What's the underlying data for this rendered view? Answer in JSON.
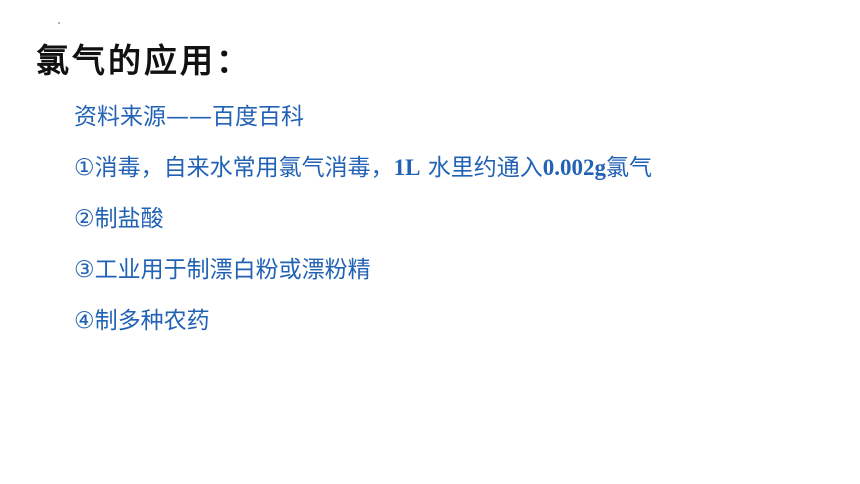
{
  "slide": {
    "title": "氯气的应用：",
    "source_line": "资料来源——百度百科",
    "uses": [
      {
        "part1": "①消毒，自来水常用氯气消毒，",
        "part2": "1L",
        "part3": " 水里约通入",
        "part4": "0.002g",
        "part5": "氯气"
      },
      {
        "text": "②制盐酸"
      },
      {
        "text": "③工业用于制漂白粉或漂粉精"
      },
      {
        "text": "④制多种农药"
      }
    ]
  },
  "colors": {
    "title": "#111111",
    "body_text": "#2262b5",
    "background": "#ffffff"
  }
}
